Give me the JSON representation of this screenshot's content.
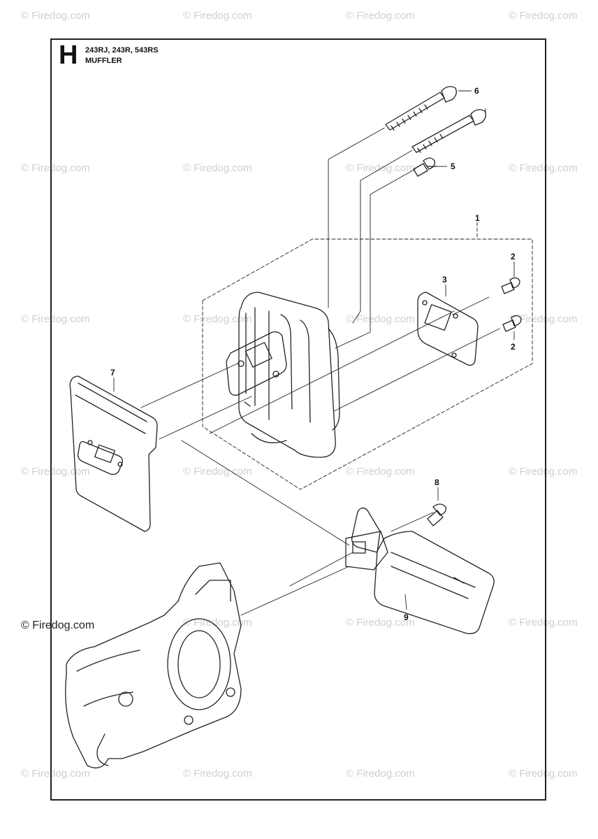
{
  "header": {
    "section_letter": "H",
    "models": "243RJ, 243R, 543RS",
    "title": "MUFFLER"
  },
  "watermark": {
    "text": "© Firedog.com"
  },
  "callouts": {
    "c1": "1",
    "c2a": "2",
    "c2b": "2",
    "c3": "3",
    "c5": "5",
    "c6": "6",
    "c7": "7",
    "c8": "8",
    "c9": "9"
  }
}
